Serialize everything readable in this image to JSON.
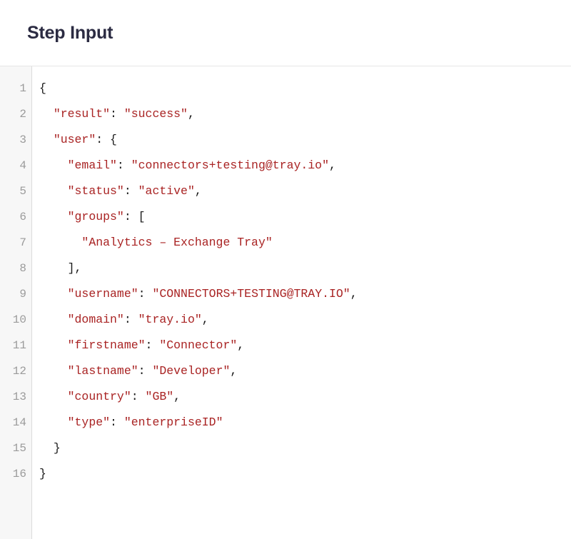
{
  "panel": {
    "title": "Step Input",
    "accent_color": "#2b2b42",
    "string_color": "#a92323",
    "punctuation_color": "#1a1a1a",
    "gutter_color": "#f7f7f7",
    "line_number_color": "#9b9b9b",
    "border_color": "#e6e6e6"
  },
  "code": {
    "language": "json",
    "line_count": 16,
    "line_numbers": [
      1,
      2,
      3,
      4,
      5,
      6,
      7,
      8,
      9,
      10,
      11,
      12,
      13,
      14,
      15,
      16
    ],
    "lines": [
      {
        "n": 1,
        "indent": 0,
        "tokens": [
          {
            "t": "punc",
            "v": "{"
          }
        ]
      },
      {
        "n": 2,
        "indent": 2,
        "tokens": [
          {
            "t": "str",
            "v": "\"result\""
          },
          {
            "t": "punc",
            "v": ": "
          },
          {
            "t": "str",
            "v": "\"success\""
          },
          {
            "t": "punc",
            "v": ","
          }
        ]
      },
      {
        "n": 3,
        "indent": 2,
        "tokens": [
          {
            "t": "str",
            "v": "\"user\""
          },
          {
            "t": "punc",
            "v": ": {"
          }
        ]
      },
      {
        "n": 4,
        "indent": 4,
        "tokens": [
          {
            "t": "str",
            "v": "\"email\""
          },
          {
            "t": "punc",
            "v": ": "
          },
          {
            "t": "str",
            "v": "\"connectors+testing@tray.io\""
          },
          {
            "t": "punc",
            "v": ","
          }
        ]
      },
      {
        "n": 5,
        "indent": 4,
        "tokens": [
          {
            "t": "str",
            "v": "\"status\""
          },
          {
            "t": "punc",
            "v": ": "
          },
          {
            "t": "str",
            "v": "\"active\""
          },
          {
            "t": "punc",
            "v": ","
          }
        ]
      },
      {
        "n": 6,
        "indent": 4,
        "tokens": [
          {
            "t": "str",
            "v": "\"groups\""
          },
          {
            "t": "punc",
            "v": ": ["
          }
        ]
      },
      {
        "n": 7,
        "indent": 6,
        "tokens": [
          {
            "t": "str",
            "v": "\"Analytics – Exchange Tray\""
          }
        ]
      },
      {
        "n": 8,
        "indent": 4,
        "tokens": [
          {
            "t": "punc",
            "v": "],"
          }
        ]
      },
      {
        "n": 9,
        "indent": 4,
        "tokens": [
          {
            "t": "str",
            "v": "\"username\""
          },
          {
            "t": "punc",
            "v": ": "
          },
          {
            "t": "str",
            "v": "\"CONNECTORS+TESTING@TRAY.IO\""
          },
          {
            "t": "punc",
            "v": ","
          }
        ]
      },
      {
        "n": 10,
        "indent": 4,
        "tokens": [
          {
            "t": "str",
            "v": "\"domain\""
          },
          {
            "t": "punc",
            "v": ": "
          },
          {
            "t": "str",
            "v": "\"tray.io\""
          },
          {
            "t": "punc",
            "v": ","
          }
        ]
      },
      {
        "n": 11,
        "indent": 4,
        "tokens": [
          {
            "t": "str",
            "v": "\"firstname\""
          },
          {
            "t": "punc",
            "v": ": "
          },
          {
            "t": "str",
            "v": "\"Connector\""
          },
          {
            "t": "punc",
            "v": ","
          }
        ]
      },
      {
        "n": 12,
        "indent": 4,
        "tokens": [
          {
            "t": "str",
            "v": "\"lastname\""
          },
          {
            "t": "punc",
            "v": ": "
          },
          {
            "t": "str",
            "v": "\"Developer\""
          },
          {
            "t": "punc",
            "v": ","
          }
        ]
      },
      {
        "n": 13,
        "indent": 4,
        "tokens": [
          {
            "t": "str",
            "v": "\"country\""
          },
          {
            "t": "punc",
            "v": ": "
          },
          {
            "t": "str",
            "v": "\"GB\""
          },
          {
            "t": "punc",
            "v": ","
          }
        ]
      },
      {
        "n": 14,
        "indent": 4,
        "tokens": [
          {
            "t": "str",
            "v": "\"type\""
          },
          {
            "t": "punc",
            "v": ": "
          },
          {
            "t": "str",
            "v": "\"enterpriseID\""
          }
        ]
      },
      {
        "n": 15,
        "indent": 2,
        "tokens": [
          {
            "t": "punc",
            "v": "}"
          }
        ]
      },
      {
        "n": 16,
        "indent": 0,
        "tokens": [
          {
            "t": "punc",
            "v": "}"
          }
        ]
      }
    ]
  }
}
